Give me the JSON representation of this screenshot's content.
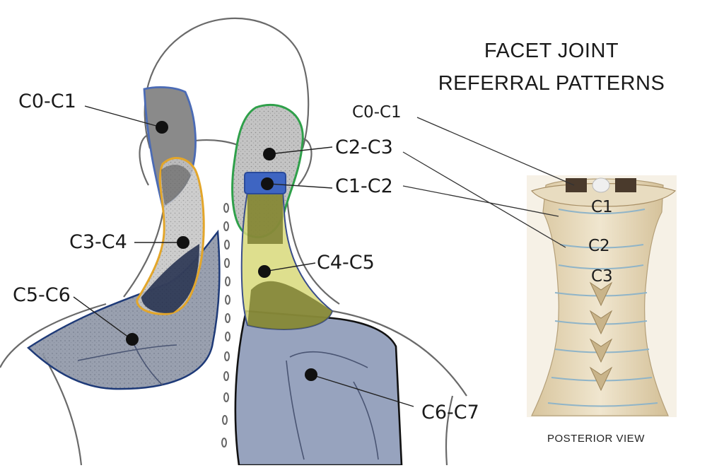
{
  "title": {
    "line1": "FACET JOINT",
    "line2": "REFERRAL PATTERNS"
  },
  "body_labels": {
    "c0_c1": "C0-C1",
    "c3_c4": "C3-C4",
    "c5_c6": "C5-C6",
    "c2_c3": "C2-C3",
    "c1_c2": "C1-C2",
    "c4_c5": "C4-C5",
    "c6_c7": "C6-C7"
  },
  "spine_labels": {
    "c0_c1": "C0-C1",
    "c1": "C1",
    "c2": "C2",
    "c3": "C3"
  },
  "caption": "POSTERIOR VIEW",
  "colors": {
    "outline": "#555555",
    "c0_c1_border": "#4b6bb5",
    "c3_c4_border": "#e3a62a",
    "c2_c3_border": "#2fa04a",
    "c5_c6_border": "#1e3a78",
    "c6_c7_border": "#111111",
    "c1_c2_fill": "#3e65c2",
    "c4_c5_fill": "#dfe07a",
    "bone": "#e6d8bb"
  }
}
